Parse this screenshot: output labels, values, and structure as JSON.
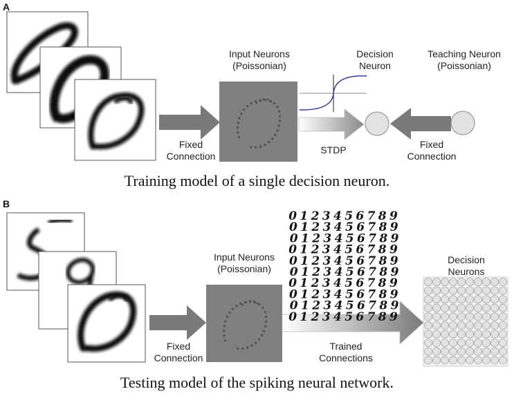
{
  "panel_a": {
    "letter": "A",
    "input_label": [
      "Input Neurons",
      "(Poissonian)"
    ],
    "decision_label": [
      "Decision",
      "Neuron"
    ],
    "teaching_label": [
      "Teaching Neuron",
      "(Poissonian)"
    ],
    "fixed_left": [
      "Fixed",
      "Connection"
    ],
    "stdp": "STDP",
    "fixed_right": [
      "Fixed",
      "Connection"
    ],
    "caption": "Training model of a single decision neuron."
  },
  "panel_b": {
    "letter": "B",
    "input_label": [
      "Input Neurons",
      "(Poissonian)"
    ],
    "decision_label": [
      "Decision",
      "Neurons"
    ],
    "fixed": [
      "Fixed",
      "Connection"
    ],
    "trained": [
      "Trained",
      "Connections"
    ],
    "digits_row": "0123456789",
    "digit_rows": 10,
    "neuron_grid": {
      "cols": 10,
      "rows": 10
    },
    "caption": "Testing model of the spiking neural network."
  },
  "colors": {
    "arrow_dark": "#7a7a7a",
    "arrow_light": "#d6d6d6",
    "panel_gray": "#808080",
    "neuron_fill": "#e2e2e2",
    "curve_blue": "#2a2a9a"
  }
}
